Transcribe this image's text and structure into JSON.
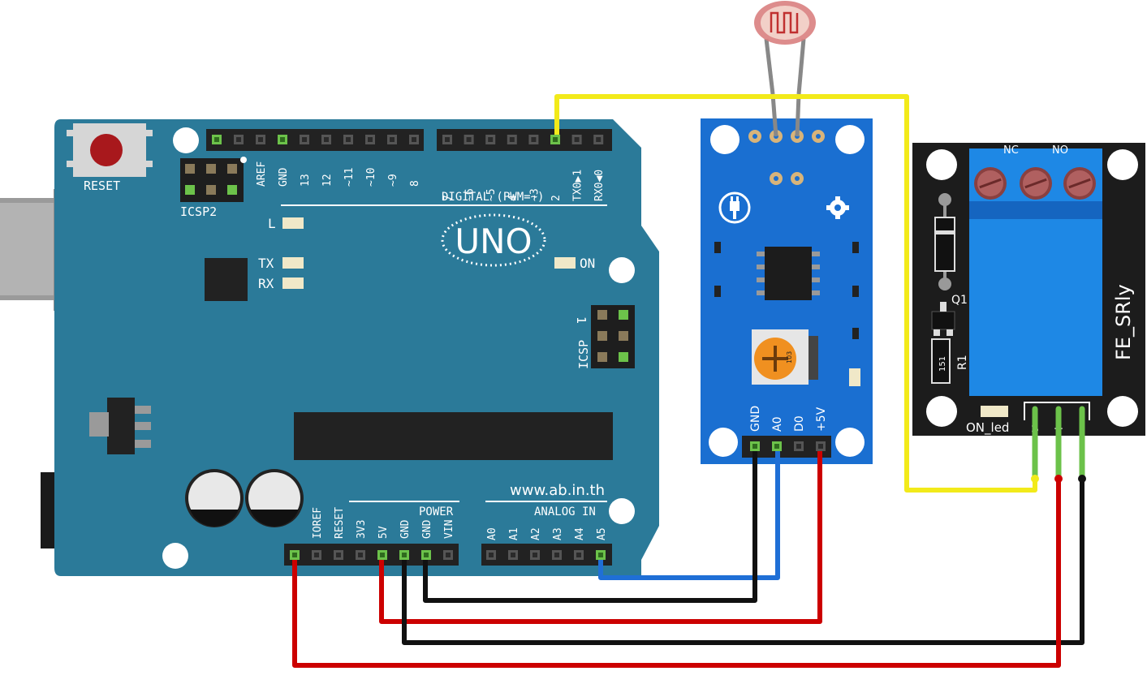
{
  "arduino": {
    "reset_label": "RESET",
    "icsp2_label": "ICSP2",
    "icsp_label": "ICSP",
    "icsp_pin1": "1",
    "digital_label": "DIGITAL (PWM=~)",
    "uno_logo": "UNO",
    "led_l": "L",
    "led_tx": "TX",
    "led_rx": "RX",
    "led_on": "ON",
    "website": "www.ab.in.th",
    "power_label": "POWER",
    "analog_label": "ANALOG IN",
    "digital_pins_left": [
      "AREF",
      "GND",
      "13",
      "12",
      "~11",
      "~10",
      "~9",
      "8"
    ],
    "digital_pins_right": [
      "7",
      "~6",
      "~5",
      "4",
      "~3",
      "2",
      "TX0▶1",
      "RX0◀0"
    ],
    "power_pins": [
      "IOREF",
      "RESET",
      "3V3",
      "5V",
      "GND",
      "GND",
      "VIN"
    ],
    "analog_pins": [
      "A0",
      "A1",
      "A2",
      "A3",
      "A4",
      "A5"
    ]
  },
  "sensor_module": {
    "pins": [
      "GND",
      "A0",
      "D0",
      "+5V"
    ],
    "pot_marking": "103"
  },
  "relay_module": {
    "name": "FE_SRly",
    "terminal_nc": "NC",
    "terminal_no": "NO",
    "q1_label": "Q1",
    "r1_label": "R1",
    "r1_value": "151",
    "on_led_label": "ON_led",
    "pins": [
      "S",
      "+",
      "-"
    ]
  },
  "colors": {
    "board_arduino": "#2b7a99",
    "board_sensor": "#1a6fd1",
    "board_relay": "#1c1c1c",
    "relay_body": "#1e88e5",
    "terminal_block": "#1e88e5",
    "wire_yellow": "#f2ea1a",
    "wire_red": "#cc0000",
    "wire_black": "#111111",
    "wire_blue": "#1f6fd6",
    "header_green": "#6cc24a"
  },
  "icons": {
    "ldr": "photoresistor-icon",
    "power_plug": "power-plug-icon",
    "gear": "gear-icon"
  }
}
